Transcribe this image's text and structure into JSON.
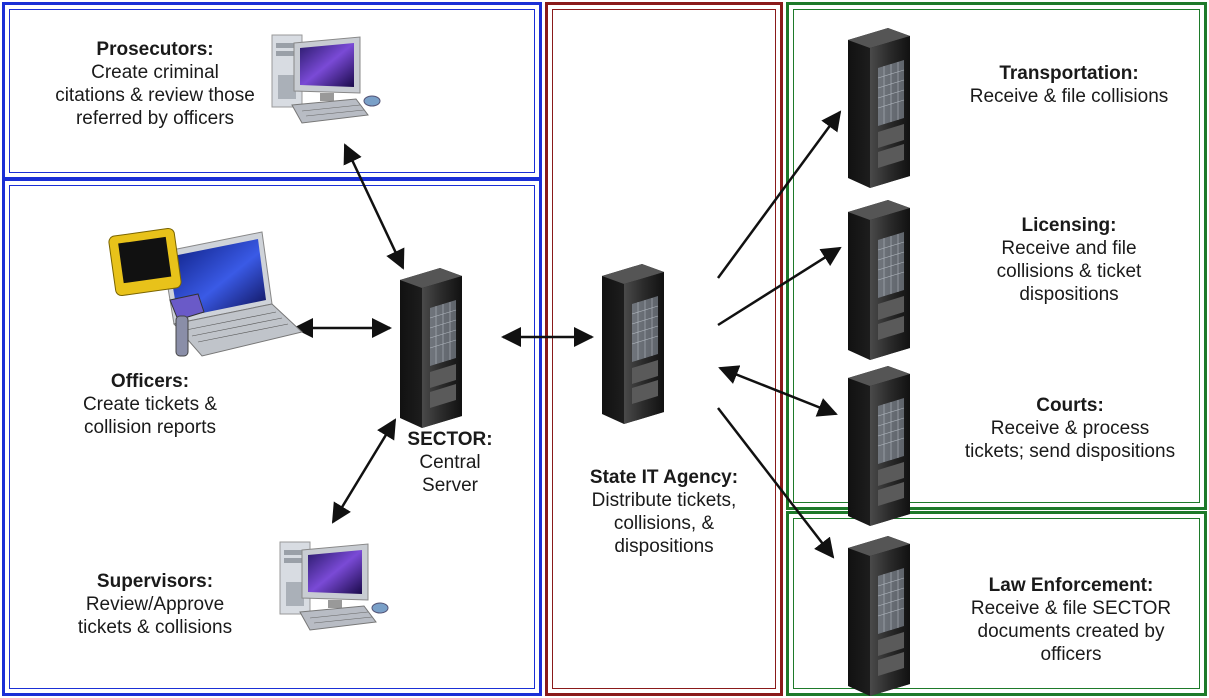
{
  "nodes": {
    "prosecutors": {
      "title": "Prosecutors:",
      "desc": [
        "Create criminal",
        "citations & review those",
        "referred by officers"
      ]
    },
    "officers": {
      "title": "Officers:",
      "desc": [
        "Create tickets &",
        "collision reports"
      ]
    },
    "supervisors": {
      "title": "Supervisors:",
      "desc": [
        "Review/Approve",
        "tickets & collisions"
      ]
    },
    "sector": {
      "title": "SECTOR:",
      "desc": [
        "Central",
        "Server"
      ]
    },
    "state_it": {
      "title": "State IT Agency:",
      "desc": [
        "Distribute tickets,",
        "collisions, &",
        "dispositions"
      ]
    },
    "transportation": {
      "title": "Transportation:",
      "desc": [
        "Receive & file collisions"
      ]
    },
    "licensing": {
      "title": "Licensing:",
      "desc": [
        "Receive and file",
        "collisions &  ticket",
        "dispositions"
      ]
    },
    "courts": {
      "title": "Courts:",
      "desc": [
        "Receive & process",
        "tickets; send dispositions"
      ]
    },
    "law_enforcement": {
      "title": "Law Enforcement:",
      "desc": [
        "Receive & file SECTOR",
        "documents created by",
        "officers"
      ]
    }
  },
  "colors": {
    "agency_border": "#1a2fd6",
    "state_border": "#8a1a1a",
    "recipient_border": "#1e7a2a",
    "arrow": "#111111"
  },
  "icons": [
    "desktop-computer-icon",
    "laptop-icon",
    "handheld-device-icon",
    "barcode-scanner-icon",
    "server-tower-icon"
  ]
}
